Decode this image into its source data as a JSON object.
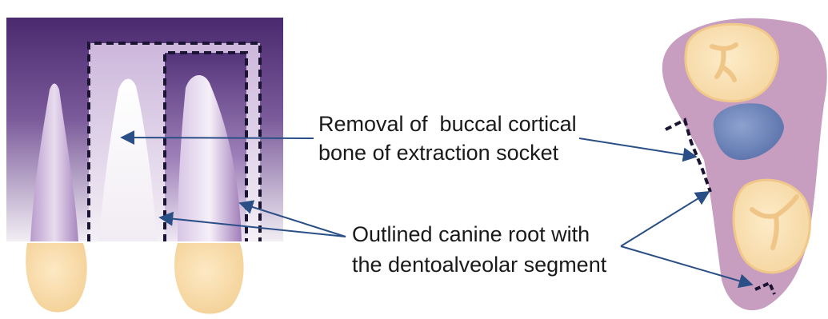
{
  "labels": {
    "buccal_removal": {
      "line1": "Removal of  buccal cortical",
      "line2": "bone of extraction socket"
    },
    "outlined_root": {
      "line1": "Outlined canine root with",
      "line2": "the dentoalveolar segment"
    }
  },
  "colors": {
    "bone_dark": "#4a2a6e",
    "bone_light": "#f2eef4",
    "root_tip": "#ffffff",
    "crown_fill": "#f7d8a3",
    "crown_edge": "#f0c98a",
    "socket_bone": "#c79dc0",
    "empty_socket": "#6f85b8",
    "arrow": "#2a4f86",
    "dash": "#1c1433"
  }
}
